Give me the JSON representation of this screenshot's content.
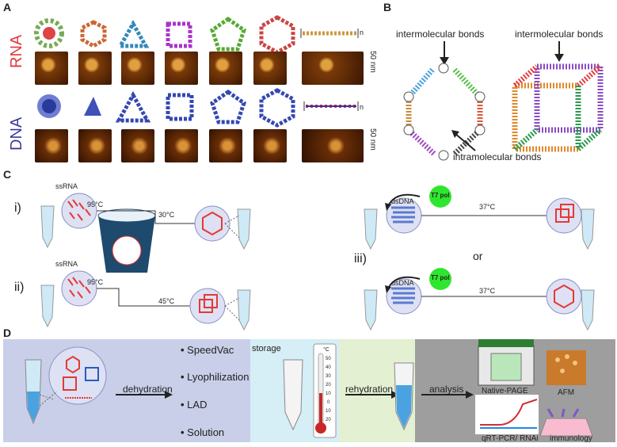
{
  "panels": {
    "a": "A",
    "b": "B",
    "c": "C",
    "d": "D"
  },
  "panel_a": {
    "row_rna": "RNA",
    "row_dna": "DNA",
    "scale_rna": "50 nm",
    "scale_dna": "50 nm",
    "subscript_n": "n"
  },
  "panel_b": {
    "inter_left": "intermolecular bonds",
    "inter_right": "intermolecular bonds",
    "intra": "intramolecular bonds"
  },
  "panel_c": {
    "route_i": "i)",
    "route_ii": "ii)",
    "route_iii": "iii)",
    "ssrna_1": "ssRNA",
    "ssrna_2": "ssRNA",
    "temp_95_1": "95°C",
    "temp_95_2": "95°C",
    "temp_30": "30°C",
    "temp_45": "45°C",
    "dsdna_1": "dsDNA",
    "dsdna_2": "dsDNA",
    "t7_1": "T7 pol",
    "t7_2": "T7 pol",
    "temp_37_1": "37°C",
    "temp_37_2": "37°C",
    "or": "or"
  },
  "panel_d": {
    "dehydration": "dehydration",
    "methods": [
      "SpeedVac",
      "Lyophilization",
      "LAD",
      "Solution"
    ],
    "storage": "storage",
    "thermo_unit": "°C",
    "thermo_ticks": [
      "50",
      "40",
      "30",
      "20",
      "10",
      "0",
      "10",
      "20"
    ],
    "rehydration": "rehydration",
    "analysis": "analysis",
    "native_page": "Native-PAGE",
    "qrt": "qRT-PCR/ RNAi",
    "afm": "AFM",
    "immunology": "immunology"
  },
  "colors": {
    "rna_label": "#e0393e",
    "dna_label": "#3a3a9a",
    "nanostructure_red": "#e53935",
    "t7_green": "#2ee62e",
    "d_bg_left": "#c9cfe8",
    "d_bg_storage": "#d6eef5",
    "d_bg_rehyd": "#e3f0d2",
    "d_bg_analysis": "#9e9e9e"
  }
}
